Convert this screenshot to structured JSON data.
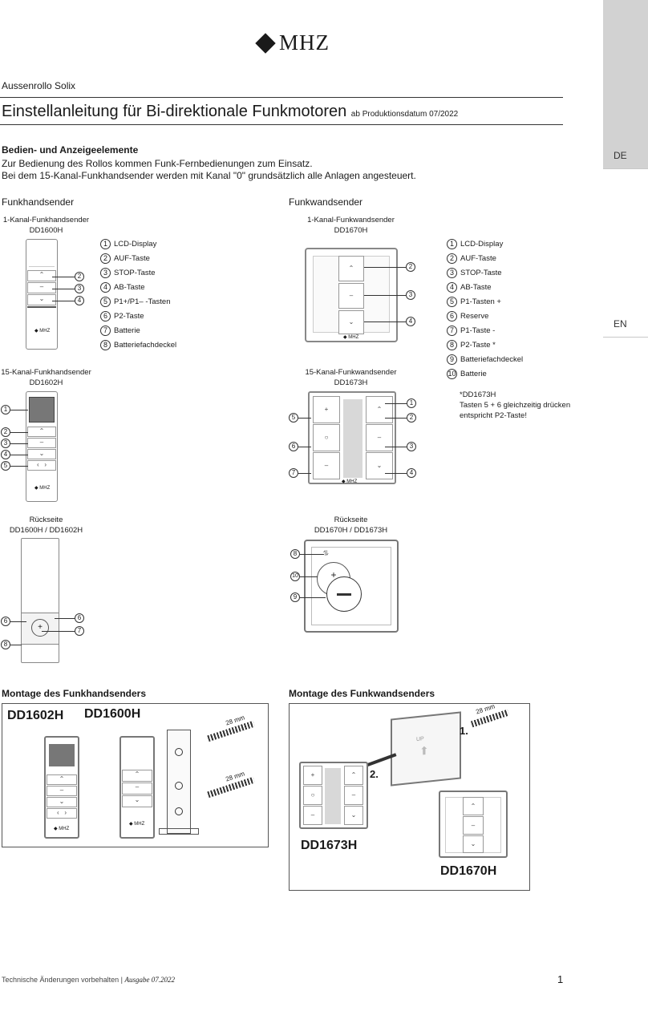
{
  "brand": "MHZ",
  "languages": [
    "DE",
    "EN"
  ],
  "product": "Aussenrollo Solix",
  "title": "Einstellanleitung für Bi-direktionale Funkmotoren",
  "subtitle": "ab Produktionsdatum 07/2022",
  "section_title": "Bedien- und Anzeigeelemente",
  "intro_lines": [
    "Zur Bedienung des Rollos kommen Funk-Fernbedienungen zum Einsatz.",
    "Bei dem 15-Kanal-Funkhandsender werden mit Kanal \"0\" grundsätzlich alle Anlagen angesteuert."
  ],
  "handheld": {
    "heading": "Funkhandsender",
    "one_channel": [
      "1-Kanal-Funkhandsender",
      "DD1600H"
    ],
    "fifteen_channel": [
      "15-Kanal-Funkhandsender",
      "DD1602H"
    ],
    "back": [
      "Rückseite",
      "DD1600H / DD1602H"
    ],
    "legend": [
      {
        "n": "1",
        "t": "LCD-Display"
      },
      {
        "n": "2",
        "t": "AUF-Taste"
      },
      {
        "n": "3",
        "t": "STOP-Taste"
      },
      {
        "n": "4",
        "t": "AB-Taste"
      },
      {
        "n": "5",
        "t": "P1+/P1– -Tasten"
      },
      {
        "n": "6",
        "t": "P2-Taste"
      },
      {
        "n": "7",
        "t": "Batterie"
      },
      {
        "n": "8",
        "t": "Batteriefachdeckel"
      }
    ]
  },
  "wall": {
    "heading": "Funkwandsender",
    "one_channel": [
      "1-Kanal-Funkwandsender",
      "DD1670H"
    ],
    "fifteen_channel": [
      "15-Kanal-Funkwandsender",
      "DD1673H"
    ],
    "back": [
      "Rückseite",
      "DD1670H / DD1673H"
    ],
    "legend": [
      {
        "n": "1",
        "t": "LCD-Display"
      },
      {
        "n": "2",
        "t": "AUF-Taste"
      },
      {
        "n": "3",
        "t": "STOP-Taste"
      },
      {
        "n": "4",
        "t": "AB-Taste"
      },
      {
        "n": "5",
        "t": "P1-Tasten +"
      },
      {
        "n": "6",
        "t": "Reserve"
      },
      {
        "n": "7",
        "t": "P1-Taste -"
      },
      {
        "n": "8",
        "t": "P2-Taste *"
      },
      {
        "n": "9",
        "t": "Batteriefachdeckel"
      },
      {
        "n": "10",
        "t": "Batterie"
      }
    ],
    "note": [
      "*DD1673H",
      "Tasten 5 + 6 gleichzeitig drücken",
      "entspricht P2-Taste!"
    ]
  },
  "mount_handheld": {
    "heading": "Montage des Funkhandsenders",
    "models": [
      "DD1602H",
      "DD1600H"
    ],
    "screw": "28 mm"
  },
  "mount_wall": {
    "heading": "Montage des Funkwandsenders",
    "models": [
      "DD1673H",
      "DD1670H"
    ],
    "screw": "28 mm",
    "steps": [
      "1.",
      "2."
    ],
    "up": "UP"
  },
  "footer": {
    "text": "Technische Änderungen vorbehalten | ",
    "edition": "Ausgabe 07.2022",
    "page": "1"
  }
}
